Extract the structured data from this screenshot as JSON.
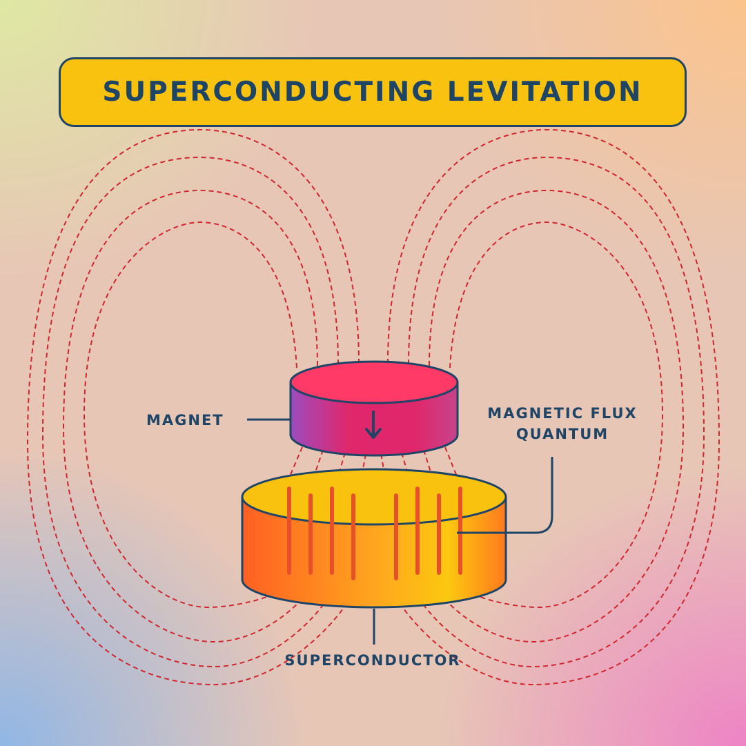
{
  "title": "SUPERCONDUCTING LEVITATION",
  "labels": {
    "magnet": "MAGNET",
    "flux_quantum": "MAGNETIC FLUX QUANTUM",
    "superconductor": "SUPERCONDUCTOR"
  },
  "colors": {
    "outline": "#1e4466",
    "field_lines": "#d0262f",
    "title_box": "#f9c20f",
    "magnet_top": "#ff3a66",
    "superconductor_top": "#f9c20f"
  }
}
